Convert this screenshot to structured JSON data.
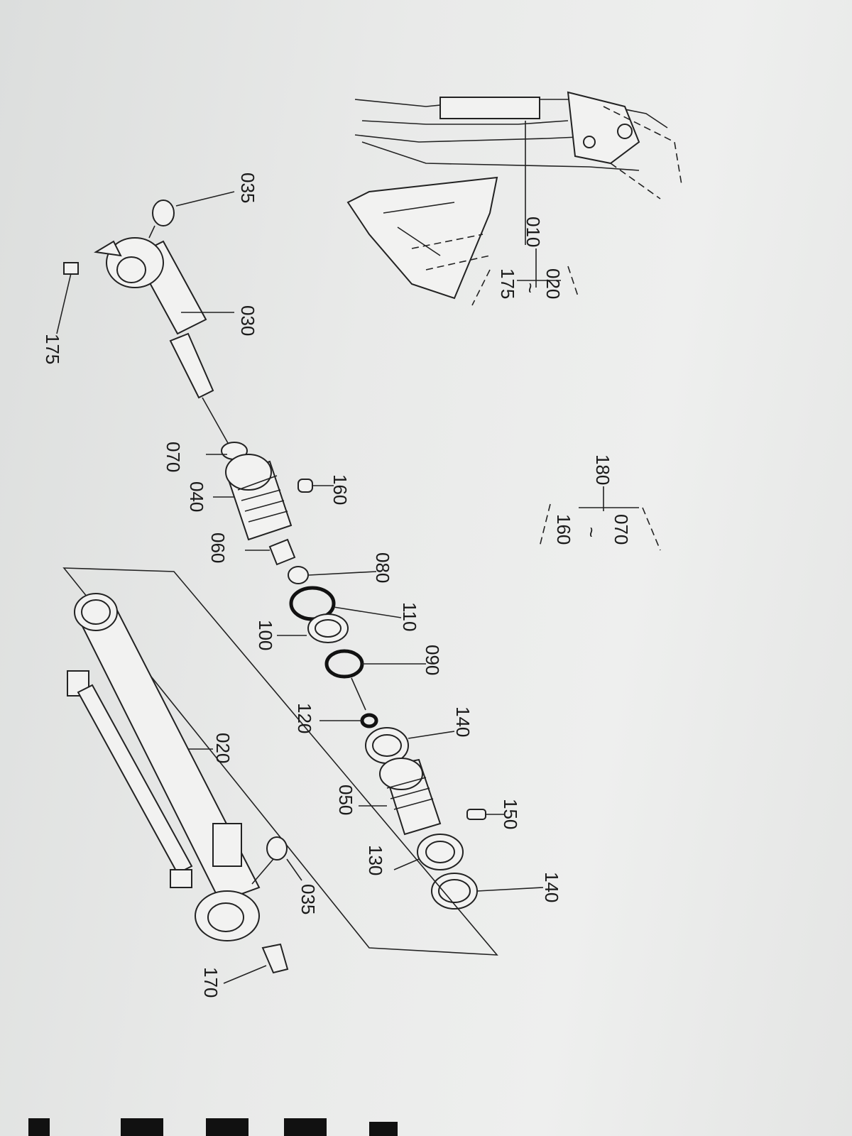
{
  "diagram": {
    "title_visible": false,
    "overview_callout": {
      "main": "010",
      "range_start": "020",
      "range_symbol": "~",
      "range_end": "175"
    },
    "subassembly_callout": {
      "main": "180",
      "range_start": "070",
      "range_symbol": "~",
      "range_end": "160"
    },
    "part_labels": [
      {
        "id": "035",
        "part": "bushing-top"
      },
      {
        "id": "030",
        "part": "piston-rod"
      },
      {
        "id": "175",
        "part": "grease-nipple-rod"
      },
      {
        "id": "070",
        "part": "rod-seal"
      },
      {
        "id": "040",
        "part": "cylinder-head"
      },
      {
        "id": "160",
        "part": "head-plug"
      },
      {
        "id": "060",
        "part": "bushing"
      },
      {
        "id": "080",
        "part": "wiper"
      },
      {
        "id": "110",
        "part": "o-ring"
      },
      {
        "id": "100",
        "part": "backup-ring"
      },
      {
        "id": "090",
        "part": "o-ring-2"
      },
      {
        "id": "120",
        "part": "small-o-ring"
      },
      {
        "id": "140",
        "part": "piston-ring-a"
      },
      {
        "id": "050",
        "part": "piston"
      },
      {
        "id": "150",
        "part": "set-screw"
      },
      {
        "id": "130",
        "part": "seal-ring"
      },
      {
        "id": "140",
        "part": "piston-ring-b"
      },
      {
        "id": "020",
        "part": "cylinder-tube"
      },
      {
        "id": "035",
        "part": "bushing-bottom"
      },
      {
        "id": "170",
        "part": "grease-nipple-tube"
      }
    ]
  }
}
